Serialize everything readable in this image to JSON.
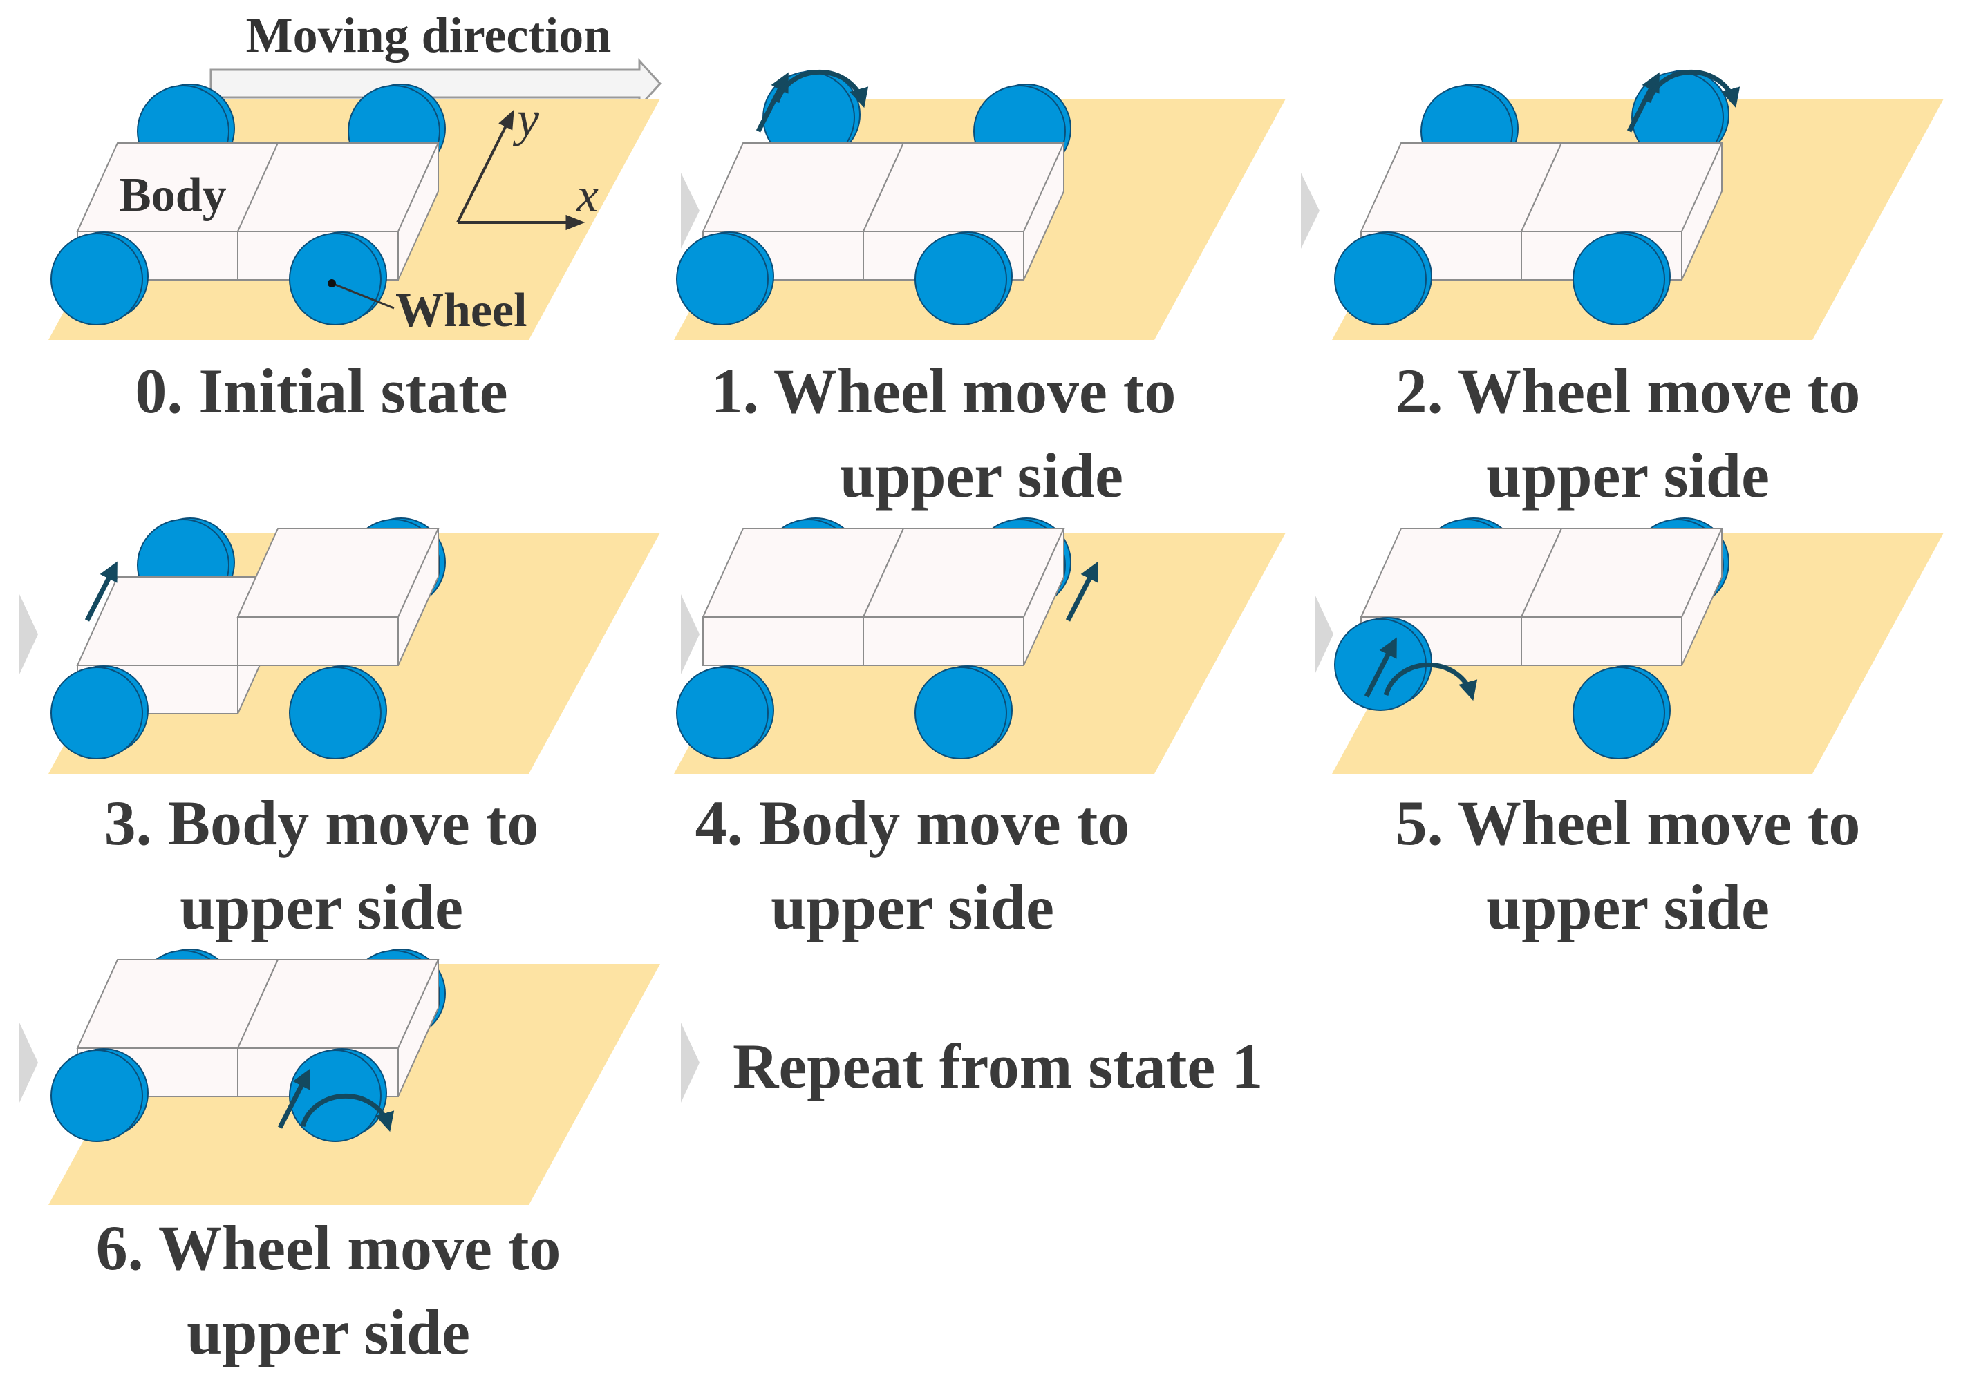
{
  "header": {
    "moving_direction": "Moving direction"
  },
  "labels": {
    "body": "Body",
    "wheel": "Wheel",
    "axis_x": "x",
    "axis_y": "y"
  },
  "panels": [
    {
      "id": 0,
      "line1": "0. Initial state",
      "line2": ""
    },
    {
      "id": 1,
      "line1": "1.   Wheel move to",
      "line2": "upper side"
    },
    {
      "id": 2,
      "line1": "2. Wheel move to",
      "line2": "upper side"
    },
    {
      "id": 3,
      "line1": "3. Body move to",
      "line2": "upper side"
    },
    {
      "id": 4,
      "line1": "4. Body move to",
      "line2": "upper side"
    },
    {
      "id": 5,
      "line1": "5. Wheel move to",
      "line2": "upper side"
    },
    {
      "id": 6,
      "line1": "6. Wheel move to",
      "line2": "upper side"
    }
  ],
  "repeat_text": "Repeat from state 1",
  "colors": {
    "floor": "#fde3a3",
    "wheel": "#0095da",
    "wheel_edge": "#0a4f7a",
    "body": "#fdf8f8",
    "arrow": "#14495f",
    "step_arrow": "#d6d6d6"
  }
}
